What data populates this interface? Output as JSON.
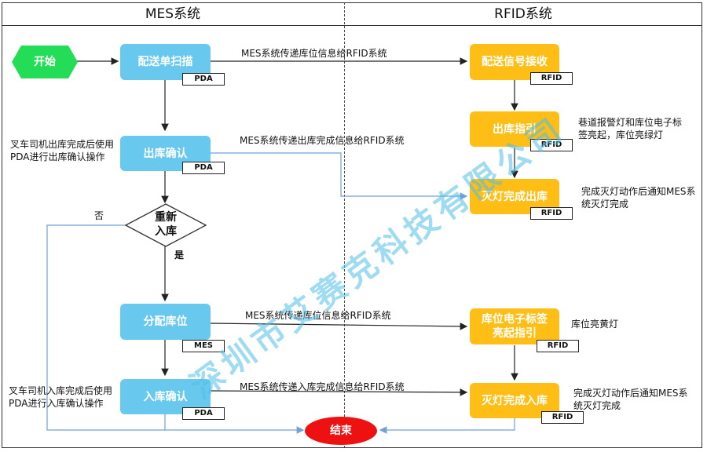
{
  "headers": {
    "left": "MES系统",
    "right": "RFID系统"
  },
  "nodes": {
    "start": "开始",
    "scan": "配送单扫描",
    "out_confirm": "出库确认",
    "decision": "重新入库",
    "assign": "分配库位",
    "in_confirm": "入库确认",
    "end": "结束",
    "rfid_receive": "配送信号接收",
    "rfid_guide": "出库指引",
    "rfid_off_out": "灭灯完成出库",
    "rfid_label_light": "库位电子标签亮起指引",
    "rfid_off_in": "灭灯完成入库"
  },
  "tags": {
    "scan": "PDA",
    "out_confirm": "PDA",
    "assign": "MES",
    "in_confirm": "PDA",
    "rfid_receive": "RFID",
    "rfid_guide": "RFID",
    "rfid_off_out": "RFID",
    "rfid_label_light": "RFID",
    "rfid_off_in": "RFID"
  },
  "flow_labels": {
    "scan_to_receive": "MES系统传递库位信息给RFID系统",
    "out_to_off": "MES系统传递出库完成信息给RFID系统",
    "assign_to_label": "MES系统传递库位信息给RFID系统",
    "in_to_off": "MES系统传递入库完成信息给RFID系统",
    "no": "否",
    "yes": "是"
  },
  "notes": {
    "forklift_out": "叉车司机出库完成后使用PDA进行出库确认操作",
    "forklift_in": "叉车司机入库完成后使用PDA进行入库确认操作",
    "guide_note": "巷道报警灯和库位电子标签亮起，库位亮绿灯",
    "off_out_note": "完成灭灯动作后通知MES系统灭灯完成",
    "label_note": "库位亮黄灯",
    "off_in_note": "完成灭灯动作后通知MES系统灭灯完成"
  },
  "watermark": "深圳市艾赛克科技有限公司",
  "colors": {
    "mes_node": "#69c8ee",
    "rfid_node": "#ffbe16",
    "start": "#22dd55",
    "end": "#ee1111",
    "feedback_line": "#6fa0d8"
  }
}
